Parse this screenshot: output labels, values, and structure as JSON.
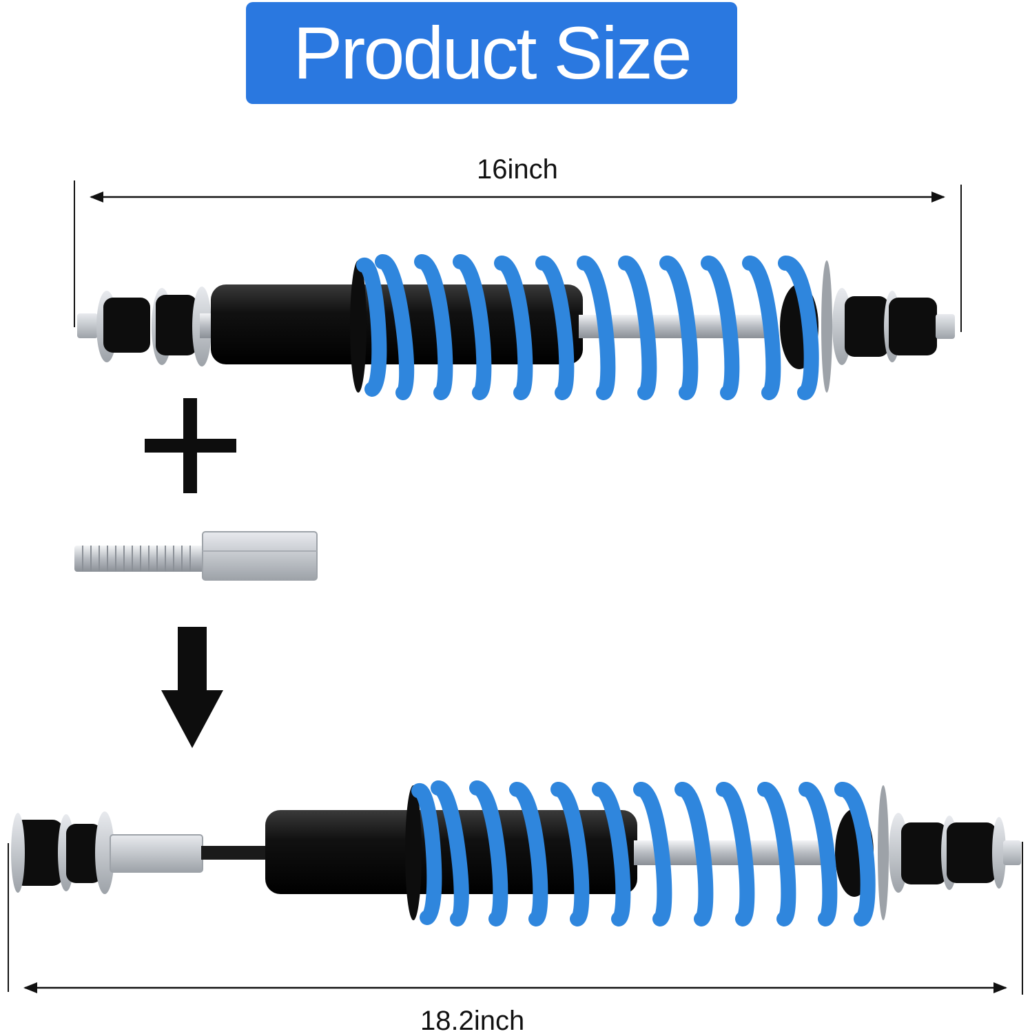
{
  "header": {
    "title": "Product Size"
  },
  "dimensions": {
    "top_length": "16inch",
    "bottom_length": "18.2inch"
  },
  "colors": {
    "accent": "#2a78e0",
    "spring": "#2f86dd",
    "body": "#0d0d0d",
    "metal": "#c9ccd0"
  },
  "icons": {
    "plus": "plus-icon",
    "arrow": "arrow-down-icon"
  }
}
